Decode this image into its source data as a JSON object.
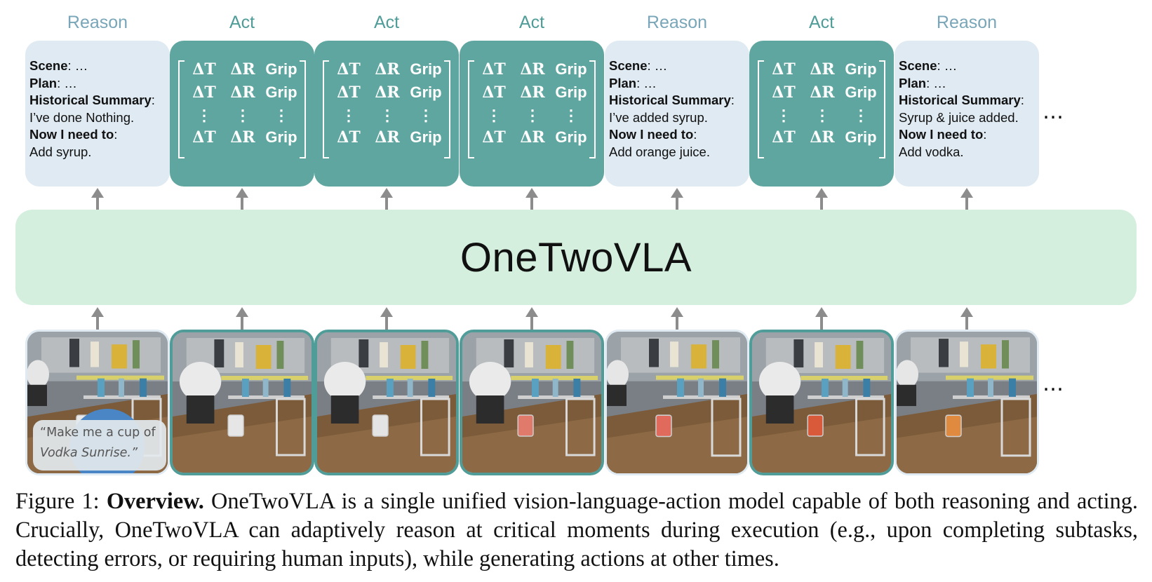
{
  "steps": [
    {
      "label": "Reason",
      "type": "reason",
      "scene": "Scene",
      "scene_val": ": …",
      "plan": "Plan",
      "plan_val": ": …",
      "summary": "Historical Summary",
      "summary_val": "I’ve done Nothing.",
      "now": "Now I need to",
      "now_val": "Add syrup."
    },
    {
      "label": "Act",
      "type": "act"
    },
    {
      "label": "Act",
      "type": "act"
    },
    {
      "label": "Act",
      "type": "act"
    },
    {
      "label": "Reason",
      "type": "reason",
      "scene": "Scene",
      "scene_val": ": …",
      "plan": "Plan",
      "plan_val": ": …",
      "summary": "Historical Summary",
      "summary_val": "I’ve added syrup.",
      "now": "Now I need to",
      "now_val": "Add orange juice."
    },
    {
      "label": "Act",
      "type": "act"
    },
    {
      "label": "Reason",
      "type": "reason",
      "scene": "Scene",
      "scene_val": ": …",
      "plan": "Plan",
      "plan_val": ": …",
      "summary": "Historical Summary",
      "summary_val": "Syrup & juice added.",
      "now": "Now I need to",
      "now_val": "Add vodka."
    }
  ],
  "action_matrix": {
    "row": [
      "ΔT",
      "ΔR",
      "Grip"
    ],
    "vdots": "⋮"
  },
  "model_name": "OneTwoVLA",
  "instruction": {
    "line1": "“Make me a cup of",
    "line2_italic": "Vodka Sunrise",
    "line2_end": ".”"
  },
  "ellipsis": "…",
  "caption": {
    "prefix": "Figure 1: ",
    "bold": "Overview.",
    "text": " OneTwoVLA is a single unified vision-language-action model capable of both reasoning and acting. Crucially, OneTwoVLA can adaptively reason at critical moments during execution (e.g., upon completing subtasks, detecting errors, or requiring human inputs), while generating actions at other times."
  },
  "colors": {
    "reason_bg": "#dfeaf2",
    "act_bg": "#5fa6a1",
    "model_bg": "#d4efdd",
    "reason_label": "#79a6b8",
    "act_label": "#4f9c98",
    "arrow": "#8c8c8c"
  }
}
